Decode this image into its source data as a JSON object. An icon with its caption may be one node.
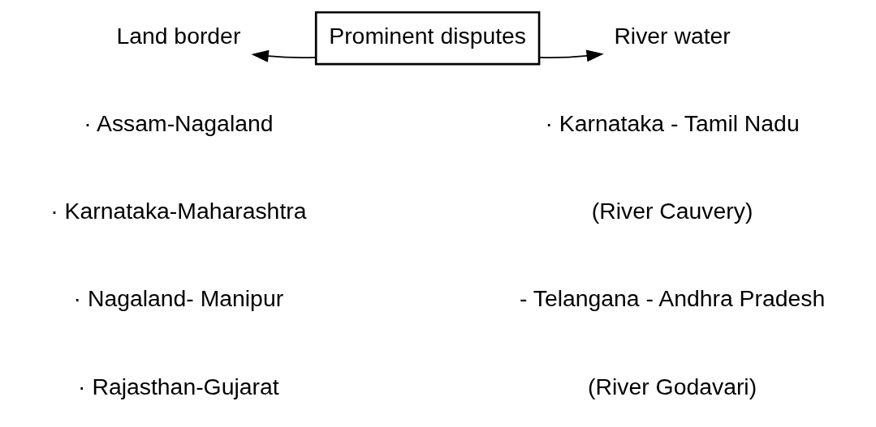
{
  "diagram": {
    "nodes": [
      {
        "text": [
          "Prominent disputes"
        ]
      },
      {
        "text": [
          "Land border"
        ]
      },
      {
        "text": [
          "River water"
        ]
      }
    ],
    "edges": [
      {
        "from": 0,
        "to": 1,
        "arrow": "to"
      },
      {
        "from": 0,
        "to": 2,
        "arrow": "to"
      }
    ],
    "labels": [
      "· Assam-Nagaland",
      "· Karnataka-Maharashtra",
      "· Nagaland- Manipur",
      "· Rajasthan-Gujarat",
      "· Karnataka - Tamil Nadu",
      "(River Cauvery)",
      "- Telangana - Andhra Pradesh",
      "(River Godavari)"
    ]
  }
}
